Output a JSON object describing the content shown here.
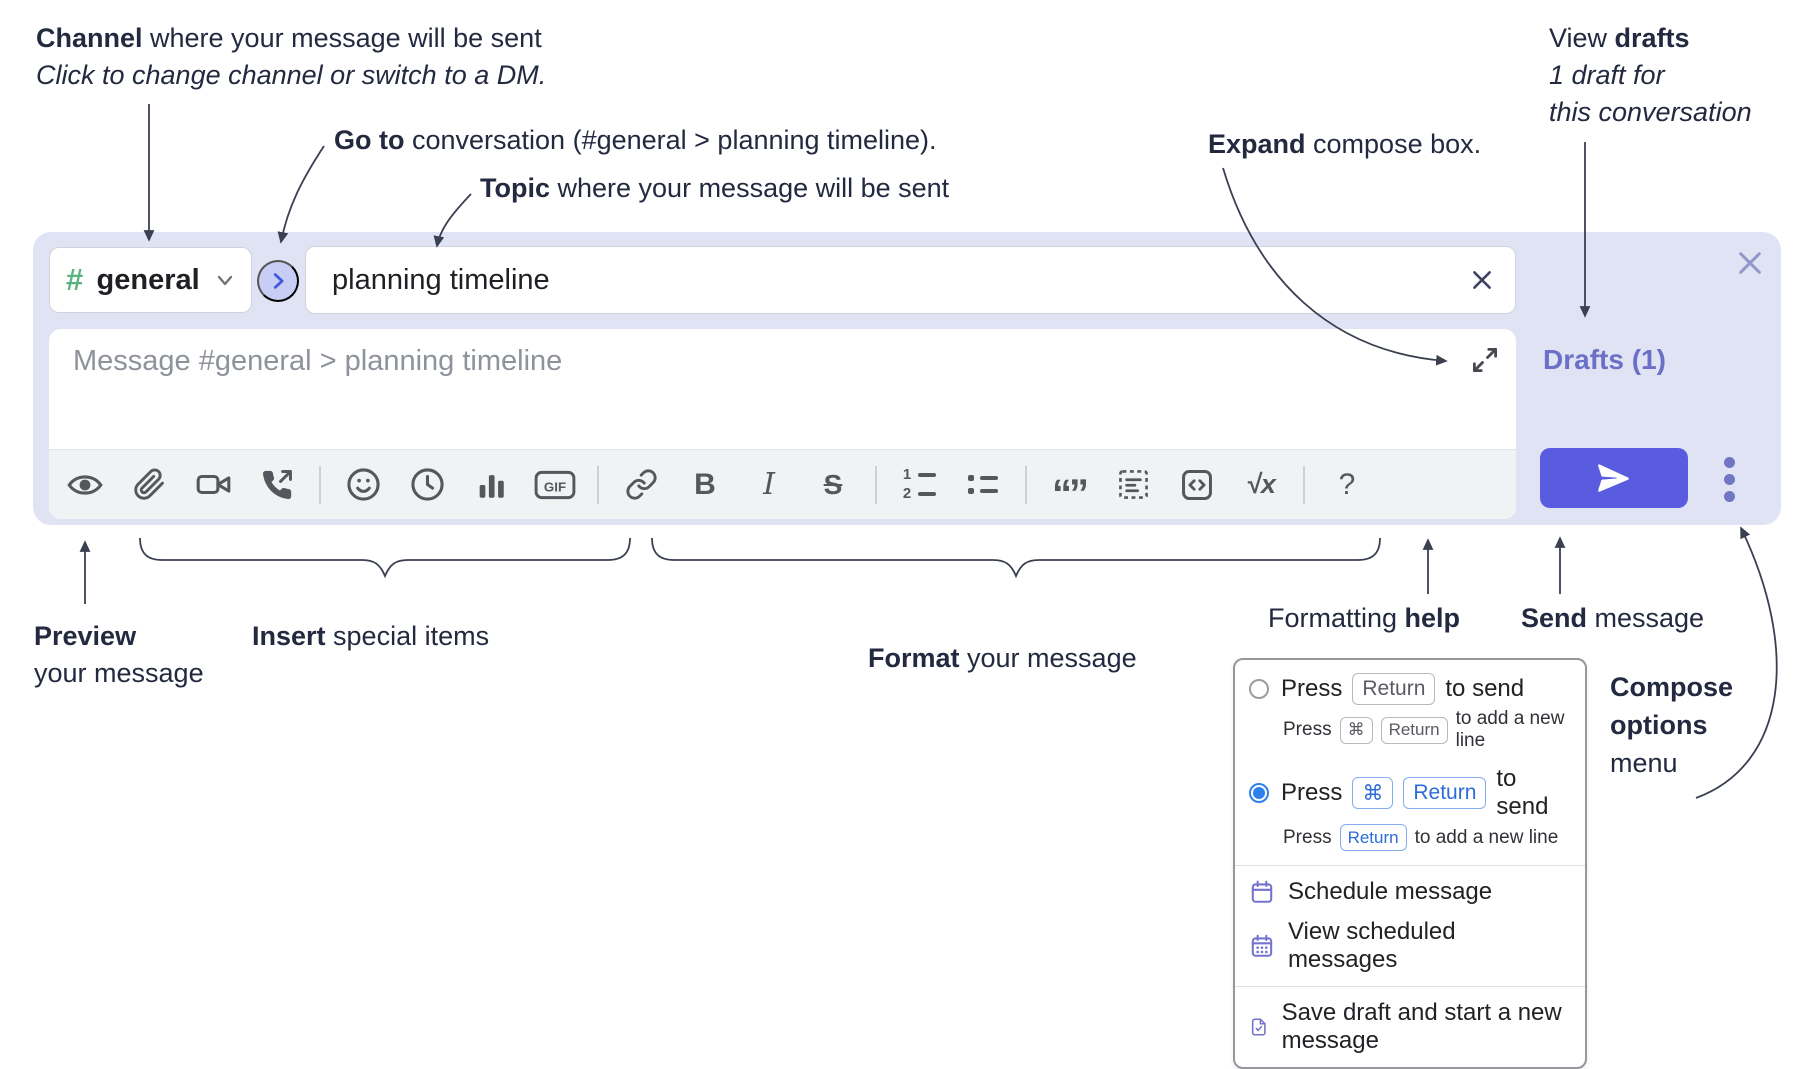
{
  "annotations": {
    "channel_line1_bold": "Channel",
    "channel_line1_rest": " where your message will be sent",
    "channel_line2": "Click to change channel or switch to a DM.",
    "goto_bold": "Go to",
    "goto_rest": " conversation (#general > planning timeline).",
    "topic_bold": "Topic",
    "topic_rest": " where your message will be sent",
    "expand_bold": "Expand",
    "expand_rest": " compose box.",
    "drafts_pre": "View ",
    "drafts_bold": "drafts",
    "drafts_line2": "1 draft for",
    "drafts_line3": "this conversation",
    "preview_bold": "Preview",
    "preview_line2": "your message",
    "insert_bold": "Insert",
    "insert_rest": " special items",
    "format_bold": "Format",
    "format_rest": " your message",
    "help_pre": "Formatting ",
    "help_bold": "help",
    "send_bold": "Send",
    "send_rest": " message",
    "compose_line1": "Compose",
    "compose_line2": "options",
    "compose_line3": "menu"
  },
  "composer": {
    "channel_hash": "#",
    "channel_name": "general",
    "topic_value": "planning timeline",
    "message_placeholder": "Message #general > planning timeline",
    "drafts_link": "Drafts (1)"
  },
  "toolbar": {
    "bold_label": "B",
    "italic_label": "I",
    "strike_label": "S",
    "gif_label": "GIF",
    "quote_label": "“”",
    "sqrt_label": "√x",
    "help_label": "?",
    "ol_num1": "1",
    "ol_num2": "2"
  },
  "menu": {
    "opt1_press": "Press",
    "opt1_key": "Return",
    "opt1_suffix": "to send",
    "opt1_sub_press": "Press",
    "opt1_sub_key1": "⌘",
    "opt1_sub_key2": "Return",
    "opt1_sub_suffix": "to add a new line",
    "opt2_press": "Press",
    "opt2_key1": "⌘",
    "opt2_key2": "Return",
    "opt2_suffix": "to send",
    "opt2_sub_press": "Press",
    "opt2_sub_key": "Return",
    "opt2_sub_suffix": "to add a new line",
    "item_schedule": "Schedule message",
    "item_view_scheduled": "View scheduled messages",
    "item_save_draft": "Save draft and start a new message"
  },
  "colors": {
    "panel_bg": "#e0e3f4",
    "send_button": "#5a5ce0",
    "hash_green": "#58b37c",
    "drafts_link": "#6a70c7",
    "goto_chevron": "#3f57dd",
    "menu_icon_purple": "#7473cf",
    "radio_selected": "#2f80ed",
    "kbd_blue_text": "#2b6cd9",
    "annotation_ink": "#232a40"
  }
}
